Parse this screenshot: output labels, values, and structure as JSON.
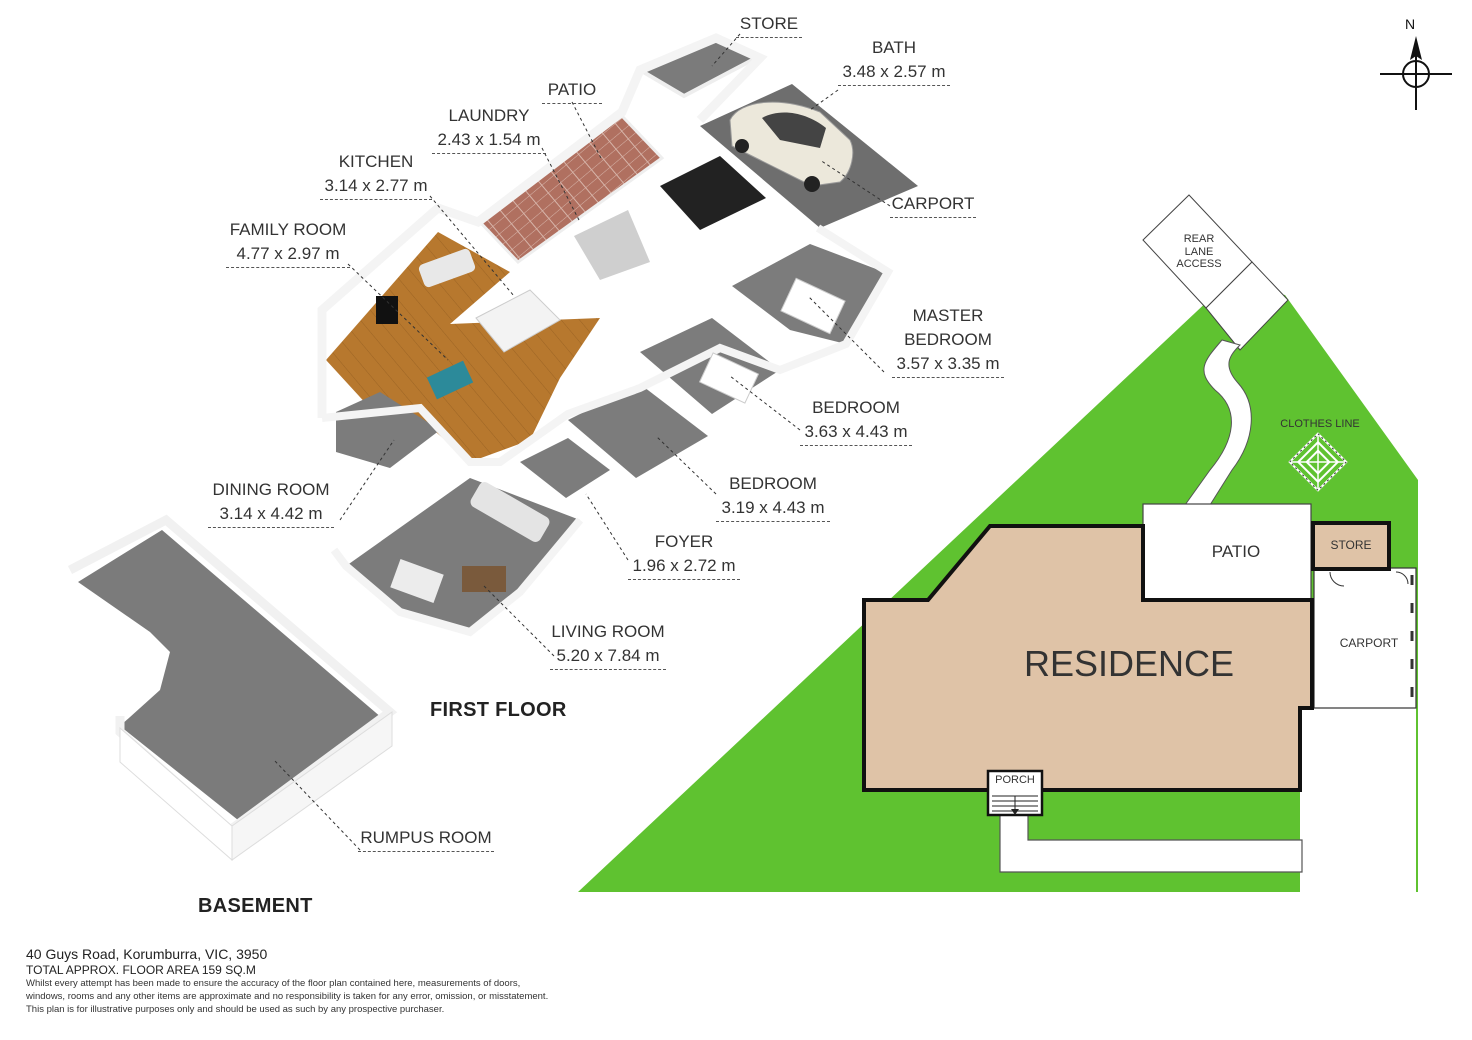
{
  "rooms": {
    "store": {
      "name": "STORE"
    },
    "bath": {
      "name": "BATH",
      "dim": "3.48 x 2.57 m"
    },
    "patio": {
      "name": "PATIO"
    },
    "laundry": {
      "name": "LAUNDRY",
      "dim": "2.43 x 1.54 m"
    },
    "kitchen": {
      "name": "KITCHEN",
      "dim": "3.14 x 2.77 m"
    },
    "carport": {
      "name": "CARPORT"
    },
    "family": {
      "name": "FAMILY ROOM",
      "dim": "4.77 x 2.97 m"
    },
    "master": {
      "name1": "MASTER",
      "name2": "BEDROOM",
      "dim": "3.57 x 3.35 m"
    },
    "bedroom1": {
      "name": "BEDROOM",
      "dim": "3.63 x 4.43 m"
    },
    "bedroom2": {
      "name": "BEDROOM",
      "dim": "3.19 x 4.43 m"
    },
    "dining": {
      "name": "DINING ROOM",
      "dim": "3.14 x 4.42 m"
    },
    "foyer": {
      "name": "FOYER",
      "dim": "1.96 x 2.72 m"
    },
    "living": {
      "name": "LIVING ROOM",
      "dim": "5.20 x 7.84 m"
    },
    "rumpus": {
      "name": "RUMPUS ROOM"
    }
  },
  "floors": {
    "first": "FIRST FLOOR",
    "basement": "BASEMENT"
  },
  "site": {
    "residence": "RESIDENCE",
    "patio": "PATIO",
    "store": "STORE",
    "carport": "CARPORT",
    "porch": "PORCH",
    "clothes_line": "CLOTHES LINE",
    "rear_lane_1": "REAR",
    "rear_lane_2": "LANE",
    "rear_lane_3": "ACCESS"
  },
  "compass": {
    "north": "N"
  },
  "footer": {
    "address": "40 Guys Road, Korumburra, VIC, 3950",
    "area": "TOTAL APPROX. FLOOR AREA 159 SQ.M",
    "disclaimer_1": "Whilst every attempt has been made to ensure the accuracy of the floor plan contained here, measurements of doors,",
    "disclaimer_2": "windows, rooms and any other items are approximate and no responsibility is taken for any error, omission, or misstatement.",
    "disclaimer_3": "This plan is for illustrative purposes only and should be used as such by any prospective purchaser."
  },
  "colors": {
    "grass": "#5fc230",
    "residence": "#dfc3a7",
    "wood_floor": "#b7782e",
    "carpet": "#7a7a7a",
    "patio_brick": "#b07060",
    "wall": "#f4f4f4"
  }
}
